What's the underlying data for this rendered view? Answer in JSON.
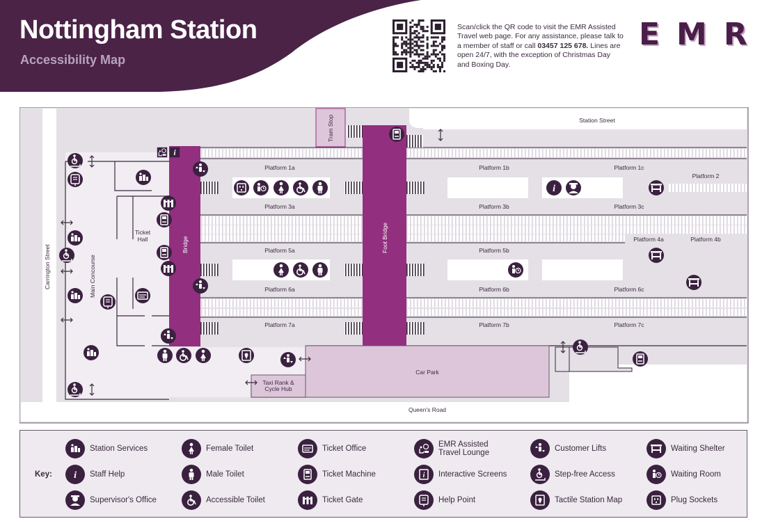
{
  "header": {
    "title": "Nottingham Station",
    "subtitle": "Accessibility Map",
    "info_text_1": "Scan/click the QR code to visit the EMR Assisted Travel web page. For any assistance, please talk to a member of staff or call ",
    "info_phone": "03457 125 678.",
    "info_text_2": " Lines are open 24/7, with the exception of Christmas Day and Boxing Day.",
    "brand": "EMR"
  },
  "colors": {
    "header_bg": "#4a2347",
    "bridge": "#92307f",
    "car_park": "#ddc6da",
    "map_bg": "#e4e0e6",
    "track": "#ffffff",
    "icon_fill": "#3b2140"
  },
  "map": {
    "station_street": "Station Street",
    "queens_road": "Queen's Road",
    "carrington_street": "Carrington Street",
    "main_concourse": "Main Concourse",
    "ticket_hall": "Ticket\nHall",
    "bridge": "Bridge",
    "foot_bridge": "Foot Bridge",
    "tram_stop": "Tram Stop",
    "car_park": "Car Park",
    "taxi_rank": "Taxi Rank &\nCycle Hub",
    "platforms": {
      "p1a": "Platform 1a",
      "p1b": "Platform 1b",
      "p1c": "Platform 1c",
      "p2": "Platform 2",
      "p3a": "Platform 3a",
      "p3b": "Platform 3b",
      "p3c": "Platform 3c",
      "p4a": "Platform 4a",
      "p4b": "Platform 4b",
      "p5a": "Platform 5a",
      "p5b": "Platform 5b",
      "p6a": "Platform 6a",
      "p6b": "Platform 6b",
      "p6c": "Platform 6c",
      "p7a": "Platform 7a",
      "p7b": "Platform 7b",
      "p7c": "Platform 7c"
    }
  },
  "legend": {
    "key_label": "Key:",
    "items": [
      {
        "icon": "station-services-icon",
        "label": "Station Services"
      },
      {
        "icon": "staff-help-icon",
        "label": "Staff Help"
      },
      {
        "icon": "supervisors-office-icon",
        "label": "Supervisor's Office"
      },
      {
        "icon": "female-toilet-icon",
        "label": "Female Toilet"
      },
      {
        "icon": "male-toilet-icon",
        "label": "Male Toilet"
      },
      {
        "icon": "accessible-toilet-icon",
        "label": "Accessible Toilet"
      },
      {
        "icon": "ticket-office-icon",
        "label": "Ticket Office"
      },
      {
        "icon": "ticket-machine-icon",
        "label": "Ticket Machine"
      },
      {
        "icon": "ticket-gate-icon",
        "label": "Ticket Gate"
      },
      {
        "icon": "emr-assisted-travel-lounge-icon",
        "label": "EMR Assisted\nTravel Lounge"
      },
      {
        "icon": "interactive-screens-icon",
        "label": "Interactive Screens"
      },
      {
        "icon": "help-point-icon",
        "label": "Help Point"
      },
      {
        "icon": "customer-lifts-icon",
        "label": "Customer Lifts"
      },
      {
        "icon": "step-free-access-icon",
        "label": "Step-free Access"
      },
      {
        "icon": "tactile-station-map-icon",
        "label": "Tactile Station Map"
      },
      {
        "icon": "waiting-shelter-icon",
        "label": "Waiting Shelter"
      },
      {
        "icon": "waiting-room-icon",
        "label": "Waiting Room"
      },
      {
        "icon": "plug-sockets-icon",
        "label": "Plug Sockets"
      }
    ]
  }
}
